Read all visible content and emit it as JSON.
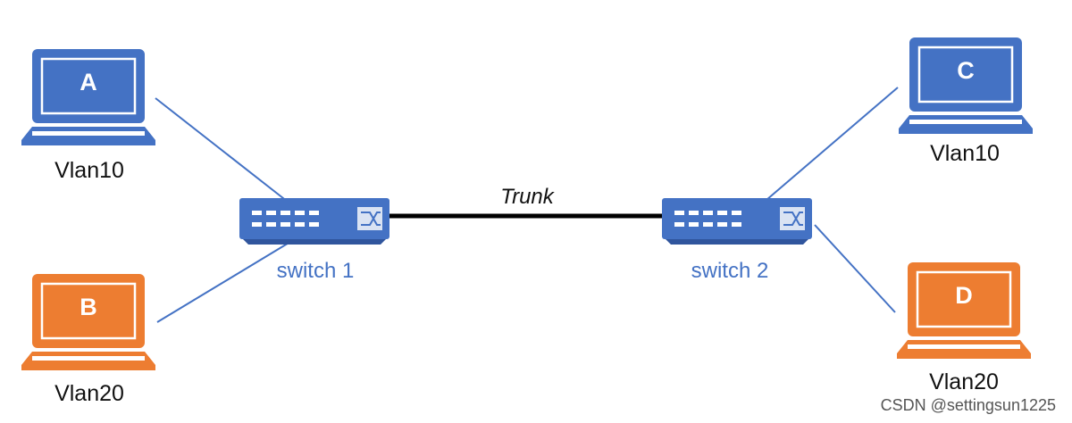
{
  "colors": {
    "vlan10": "#4472c4",
    "vlan20": "#ed7d31",
    "switch": "#4472c4",
    "trunk_line": "#000000",
    "access_line": "#4472c4"
  },
  "hosts": {
    "a": {
      "letter": "A",
      "vlan": "Vlan10"
    },
    "b": {
      "letter": "B",
      "vlan": "Vlan20"
    },
    "c": {
      "letter": "C",
      "vlan": "Vlan10"
    },
    "d": {
      "letter": "D",
      "vlan": "Vlan20"
    }
  },
  "switches": {
    "s1": {
      "label": "switch 1",
      "icon": "network-switch-icon"
    },
    "s2": {
      "label": "switch 2",
      "icon": "network-switch-icon"
    }
  },
  "links": {
    "trunk": {
      "label": "Trunk"
    }
  },
  "watermark": "CSDN @settingsun1225"
}
